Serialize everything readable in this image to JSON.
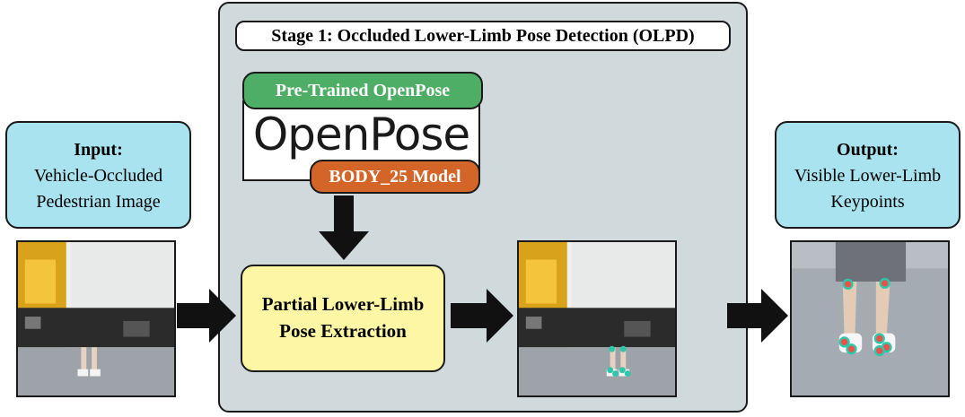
{
  "stage": {
    "title": "Stage 1: Occluded Lower-Limb Pose Detection (OLPD)"
  },
  "input": {
    "heading": "Input:",
    "line1": "Vehicle-Occluded",
    "line2": "Pedestrian Image"
  },
  "output": {
    "heading": "Output:",
    "line1": "Visible Lower-Limb",
    "line2": "Keypoints"
  },
  "openpose": {
    "pretrained_label": "Pre-Trained OpenPose",
    "logo_text": "OpenPose",
    "model_label": "BODY_25 Model"
  },
  "process": {
    "line1": "Partial Lower-Limb",
    "line2": "Pose Extraction"
  },
  "colors": {
    "stage_bg": "#d0d9dc",
    "info_bg": "#a9e3ef",
    "pretrained_bg": "#4fae65",
    "model_bg": "#d26527",
    "process_bg": "#fdf6a4",
    "keypoint": "#e8524a",
    "keypoint_ring": "#2fc7a9"
  },
  "icons": [
    "right-arrow-icon",
    "down-arrow-icon"
  ]
}
